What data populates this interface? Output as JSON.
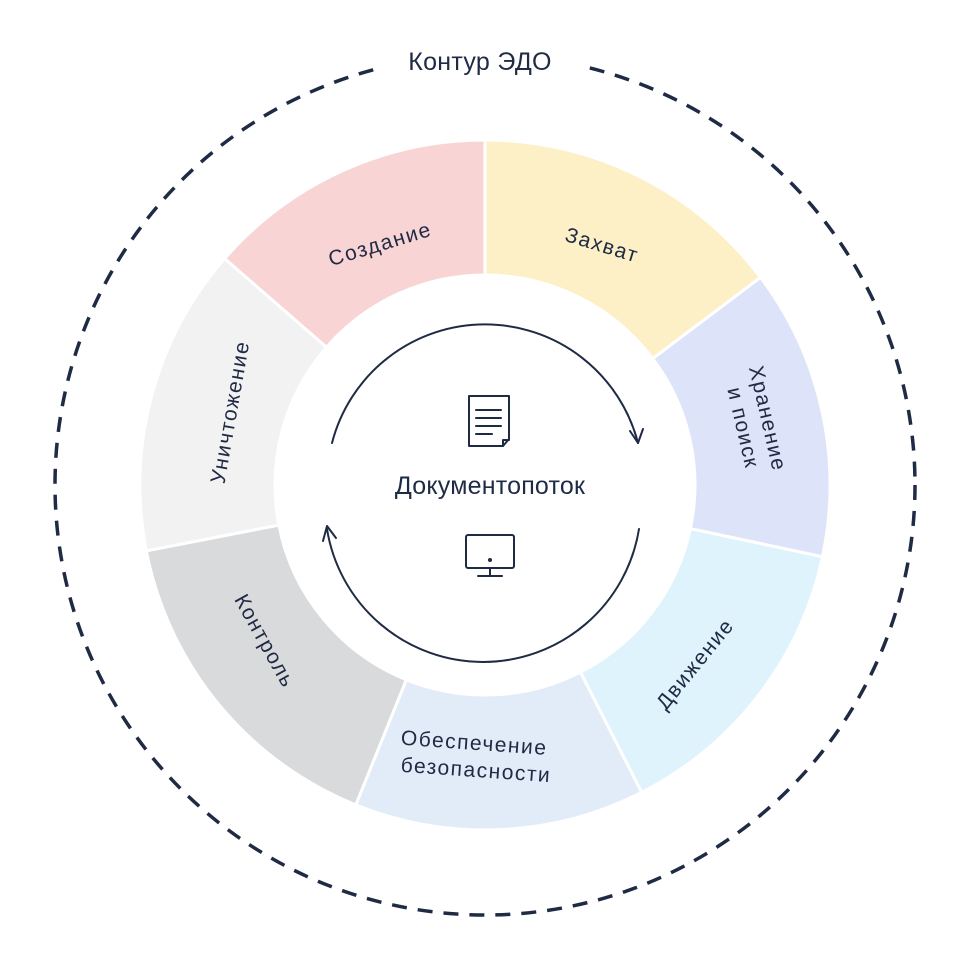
{
  "contour": {
    "title": "Контур ЭДО"
  },
  "center": {
    "label": "Документопоток",
    "icons": [
      "document-icon",
      "monitor-icon"
    ]
  },
  "segments": [
    {
      "id": "sozdanie",
      "lines": [
        "Создание"
      ],
      "color": "#f8d4d5"
    },
    {
      "id": "zakhvat",
      "lines": [
        "Захват"
      ],
      "color": "#fdf0c6"
    },
    {
      "id": "khranenie",
      "lines": [
        "Хранение",
        "и поиск"
      ],
      "color": "#dde3f8"
    },
    {
      "id": "dvizhenie",
      "lines": [
        "Движение"
      ],
      "color": "#dff3fc"
    },
    {
      "id": "bezopasnost",
      "lines": [
        "Обеспечение",
        "безопасности"
      ],
      "color": "#e2ecf8"
    },
    {
      "id": "kontrol",
      "lines": [
        "Контроль"
      ],
      "color": "#d9dadb"
    },
    {
      "id": "unichtozhenie",
      "lines": [
        "Уничтожение"
      ],
      "color": "#f2f2f2"
    }
  ],
  "colors": {
    "ink": "#1f2a44",
    "separator": "#ffffff"
  }
}
